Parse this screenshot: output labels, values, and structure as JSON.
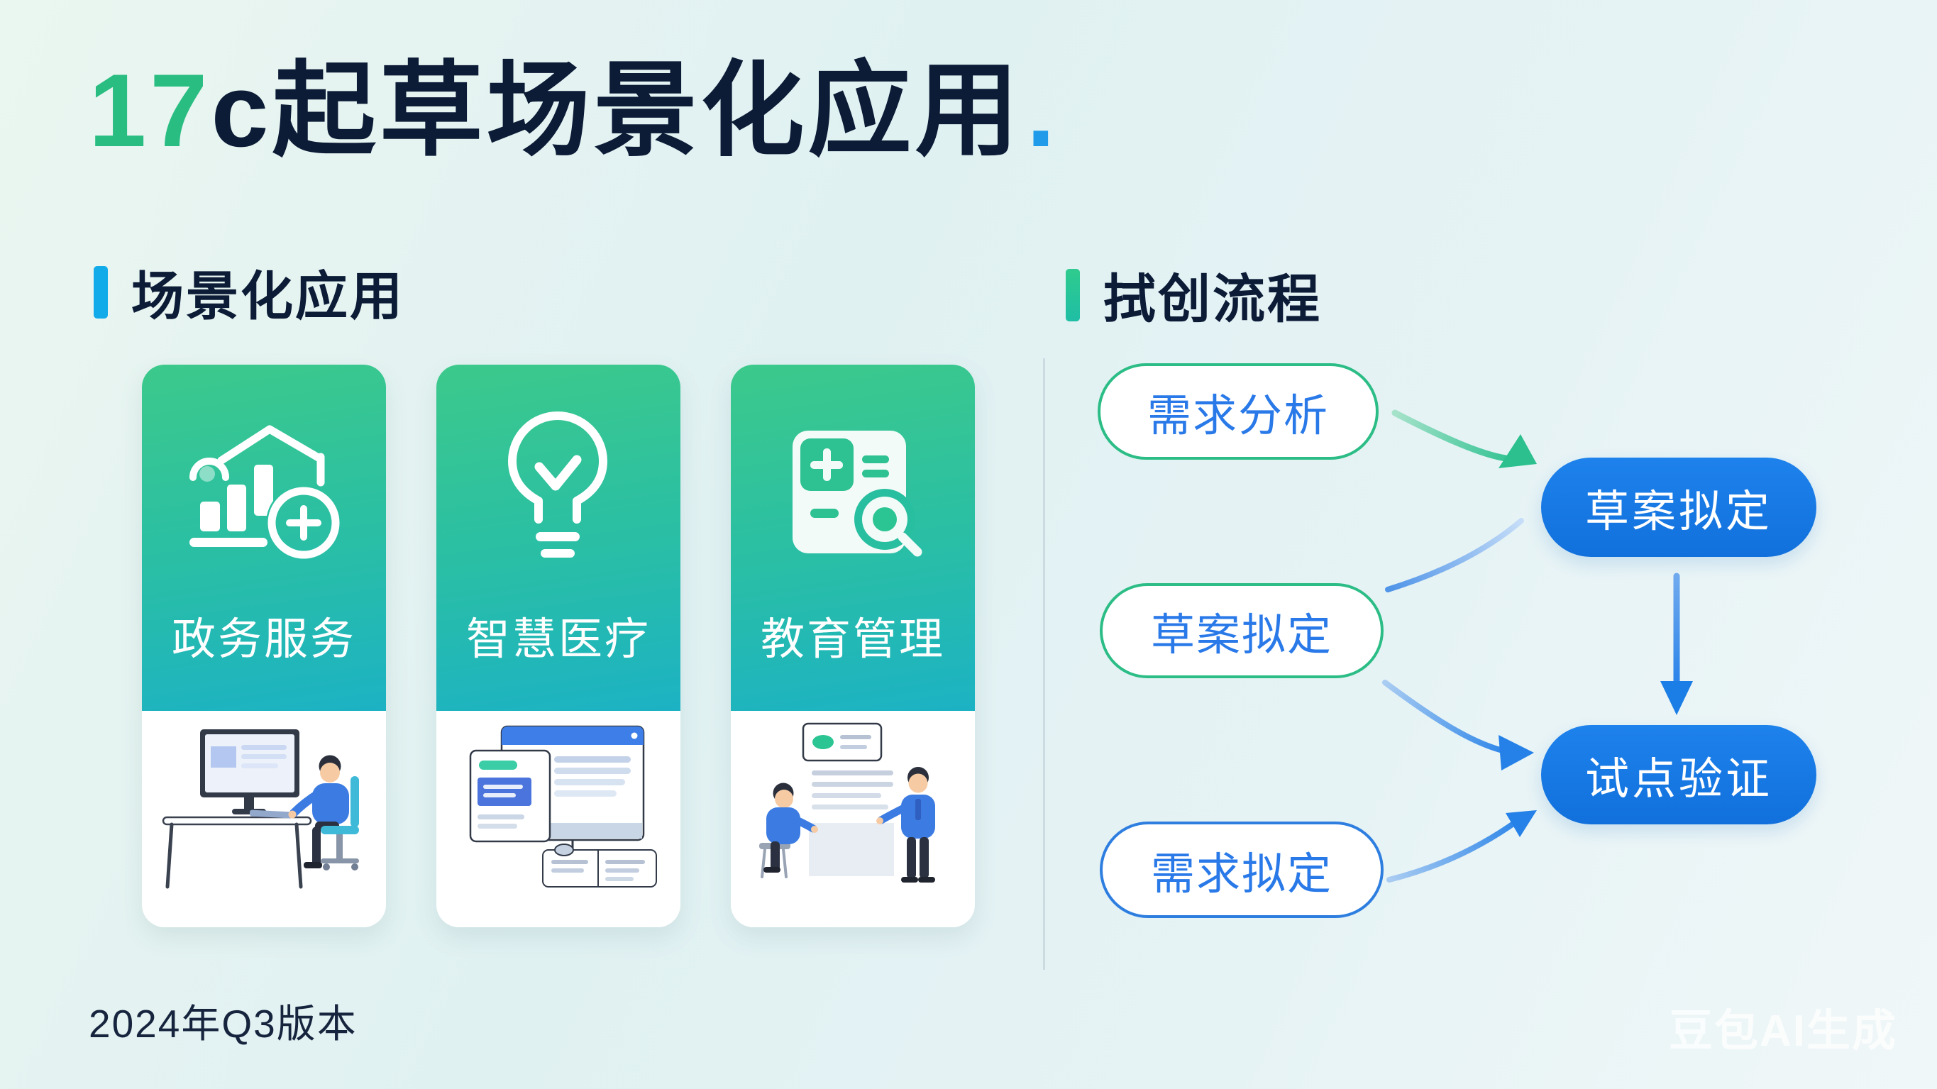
{
  "title": {
    "prefix": "17",
    "rest": "c起草场景化应用",
    "dot": "."
  },
  "sections": {
    "left": {
      "heading": "场景化应用"
    },
    "right": {
      "heading": "拭创流程"
    }
  },
  "cards": [
    {
      "label": "政务服务",
      "icon": "house-chart-plus-icon"
    },
    {
      "label": "智慧医疗",
      "icon": "bulb-check-icon"
    },
    {
      "label": "教育管理",
      "icon": "calculator-search-icon"
    }
  ],
  "flow": {
    "sources": [
      {
        "label": "需求分析",
        "border": "green"
      },
      {
        "label": "草案拟定",
        "border": "green"
      },
      {
        "label": "需求拟定",
        "border": "blue"
      }
    ],
    "targets": [
      {
        "label": "草案拟定"
      },
      {
        "label": "试点验证"
      }
    ]
  },
  "footer": {
    "version": "2024年Q3版本"
  },
  "watermark": {
    "text": "豆包AI生成"
  },
  "colors": {
    "title-green": "#29BD82",
    "title-navy": "#0C1B36",
    "title-dot-blue": "#1F9BE9",
    "accent-left": "#12ABEA",
    "accent-right": "#2BC98C",
    "pill-text-blue": "#2979E8",
    "pill-border-green": "#2CBD86",
    "pill-border-blue": "#2E7EE0",
    "node-blue": "#1879E6",
    "card-gradient-top": "#3CC98B",
    "card-gradient-bottom": "#1CB2C4",
    "arrow-teal": "#2CC18F",
    "arrow-blue": "#2581E8",
    "divider": "#C7D7DD"
  }
}
